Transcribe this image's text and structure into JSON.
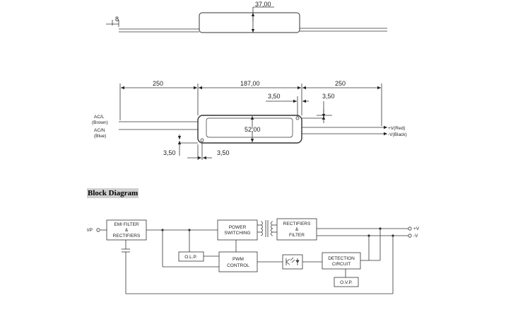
{
  "top_view": {
    "width_label": "8",
    "height_label": "37,00"
  },
  "front_view": {
    "lead_left_label": "250",
    "body_length_label": "187,00",
    "lead_right_label": "250",
    "hole_offset_top_a": "3,50",
    "hole_offset_top_b": "3,50",
    "body_height_label": "52,00",
    "hole_offset_bottom_a": "3,50",
    "hole_offset_bottom_b": "3,50",
    "input_l_line1": "AC/L",
    "input_l_line2": "(Brown)",
    "input_n_line1": "AC/N",
    "input_n_line2": "(Blue)",
    "output_pos": "+V(Red)",
    "output_neg": "-V(Black)"
  },
  "block_diagram": {
    "heading": "Block Diagram",
    "input_label": "I/P",
    "emi_line1": "EMI FILTER",
    "emi_line2": "&",
    "emi_line3": "RECTIFIERS",
    "power_line1": "POWER",
    "power_line2": "SWITCHING",
    "rect_line1": "RECTIFIERS",
    "rect_line2": "&",
    "rect_line3": "FILTER",
    "olp": "O.L.P.",
    "pwm_line1": "PWM",
    "pwm_line2": "CONTROL",
    "detect_line1": "DETECTION",
    "detect_line2": "CIRCUIT",
    "ovp": "O.V.P.",
    "out_pos": "+V",
    "out_neg": "-V"
  }
}
